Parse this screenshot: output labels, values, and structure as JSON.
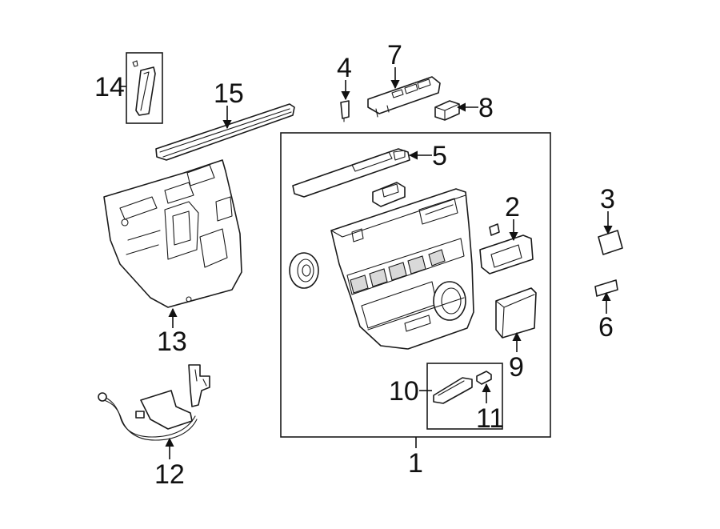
{
  "callouts": [
    {
      "id": "1",
      "label": "1"
    },
    {
      "id": "2",
      "label": "2"
    },
    {
      "id": "3",
      "label": "3"
    },
    {
      "id": "4",
      "label": "4"
    },
    {
      "id": "5",
      "label": "5"
    },
    {
      "id": "6",
      "label": "6"
    },
    {
      "id": "7",
      "label": "7"
    },
    {
      "id": "8",
      "label": "8"
    },
    {
      "id": "9",
      "label": "9"
    },
    {
      "id": "10",
      "label": "10"
    },
    {
      "id": "11",
      "label": "11"
    },
    {
      "id": "12",
      "label": "12"
    },
    {
      "id": "13",
      "label": "13"
    },
    {
      "id": "14",
      "label": "14"
    },
    {
      "id": "15",
      "label": "15"
    }
  ],
  "colors": {
    "line": "#1a1a1a",
    "background": "#ffffff",
    "shade": "#d9d9d9"
  }
}
